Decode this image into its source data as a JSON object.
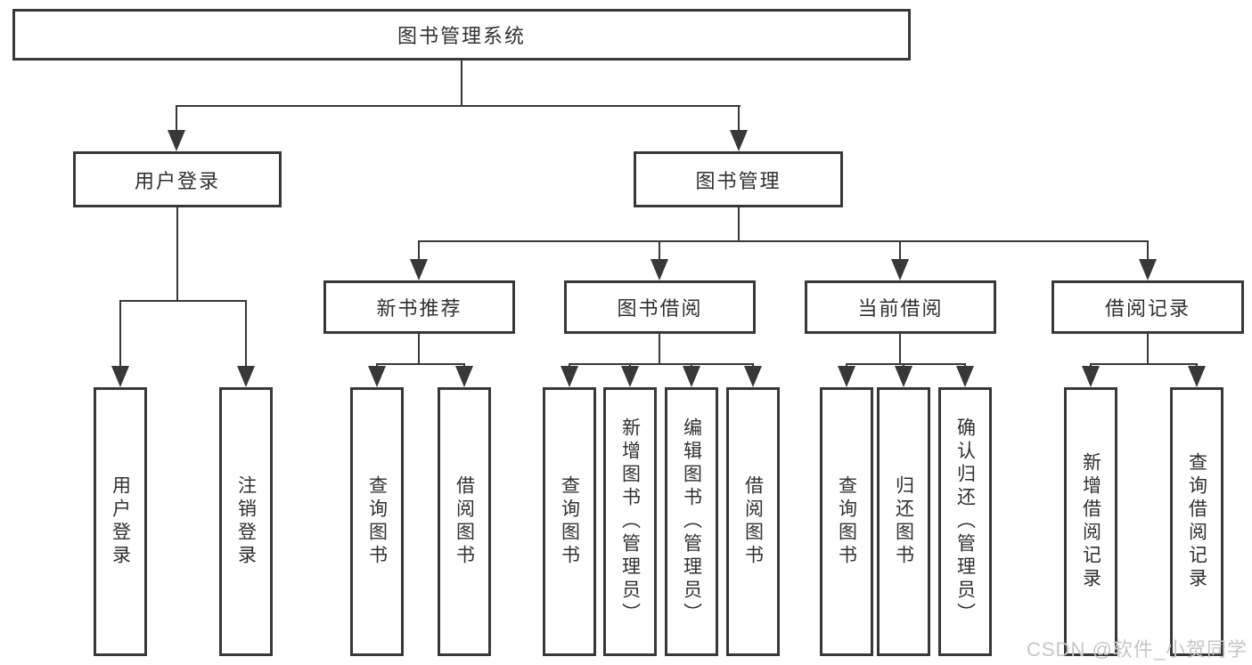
{
  "diagram": {
    "root_label": "图书管理系统",
    "branches": [
      {
        "label": "用户登录",
        "children": [
          "用户登录",
          "注销登录"
        ]
      },
      {
        "label": "图书管理",
        "sub_branches": [
          {
            "label": "新书推荐",
            "children": [
              "查询图书",
              "借阅图书"
            ]
          },
          {
            "label": "图书借阅",
            "children": [
              "查询图书",
              "新增图书（管理员）",
              "编辑图书（管理员）",
              "借阅图书"
            ]
          },
          {
            "label": "当前借阅",
            "children": [
              "查询图书",
              "归还图书",
              "确认归还（管理员）"
            ]
          },
          {
            "label": "借阅记录",
            "children": [
              "新增借阅记录",
              "查询借阅记录"
            ]
          }
        ]
      }
    ]
  },
  "watermark": {
    "text": "CSDN @软件_小贺同学",
    "color": "#c6c6c6"
  },
  "colors": {
    "line": "#383838",
    "text": "#303030",
    "background": "#ffffff"
  }
}
